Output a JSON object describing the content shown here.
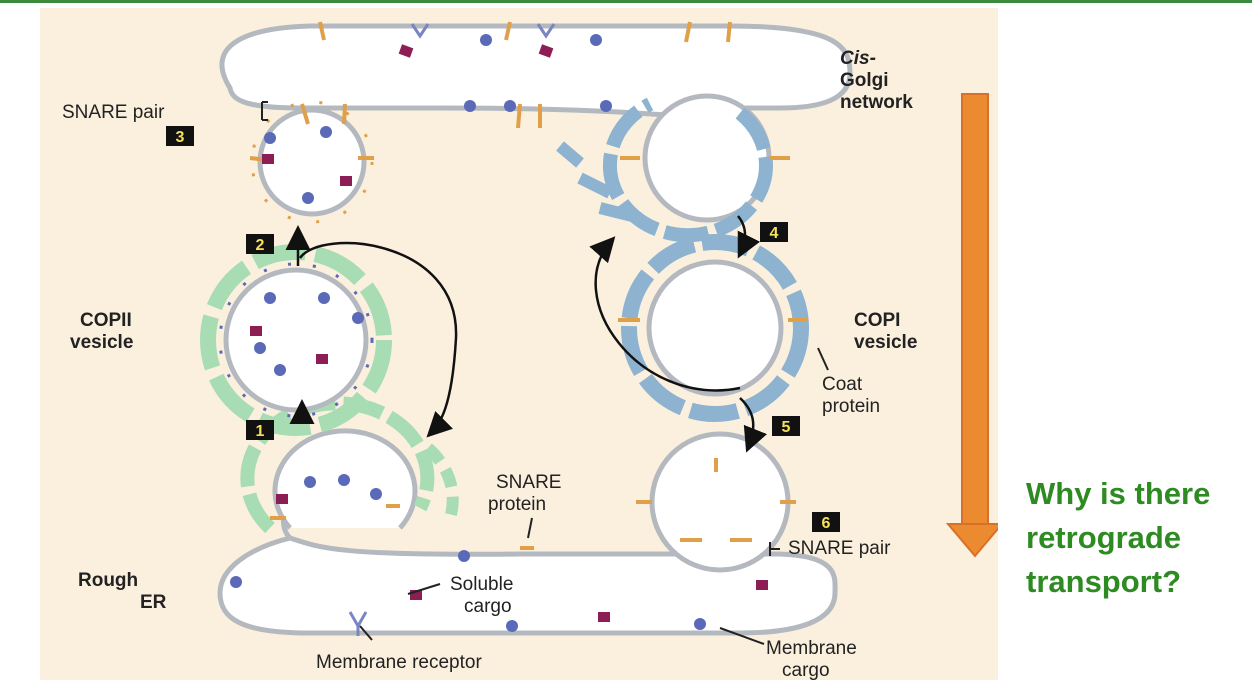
{
  "labels": {
    "cis_golgi": [
      "Cis-",
      "Golgi",
      "network"
    ],
    "snare_pair_top": "SNARE pair",
    "snare_pair_bottom": "SNARE pair",
    "copii": [
      "COPII",
      "vesicle"
    ],
    "copi": [
      "COPI",
      "vesicle"
    ],
    "coat_protein": [
      "Coat",
      "protein"
    ],
    "snare_protein": [
      "SNARE",
      "protein"
    ],
    "rough_er": [
      "Rough",
      "ER"
    ],
    "soluble_cargo": [
      "Soluble",
      "cargo"
    ],
    "membrane_receptor": "Membrane receptor",
    "membrane_cargo": [
      "Membrane",
      "cargo"
    ]
  },
  "steps": [
    "1",
    "2",
    "3",
    "4",
    "5",
    "6"
  ],
  "question": [
    "Why is there",
    "retrograde",
    "transport?"
  ],
  "colors": {
    "background": "#fbf0de",
    "membrane": "#b4b8bf",
    "copii_coat": "#a8dcb2",
    "copi_coat": "#8db3d0",
    "snare": "#e0a04a",
    "protein": "#5a6ab8",
    "cargo": "#8c1e55",
    "arrow": "#ec8a30",
    "question_text": "#2e8b22"
  }
}
